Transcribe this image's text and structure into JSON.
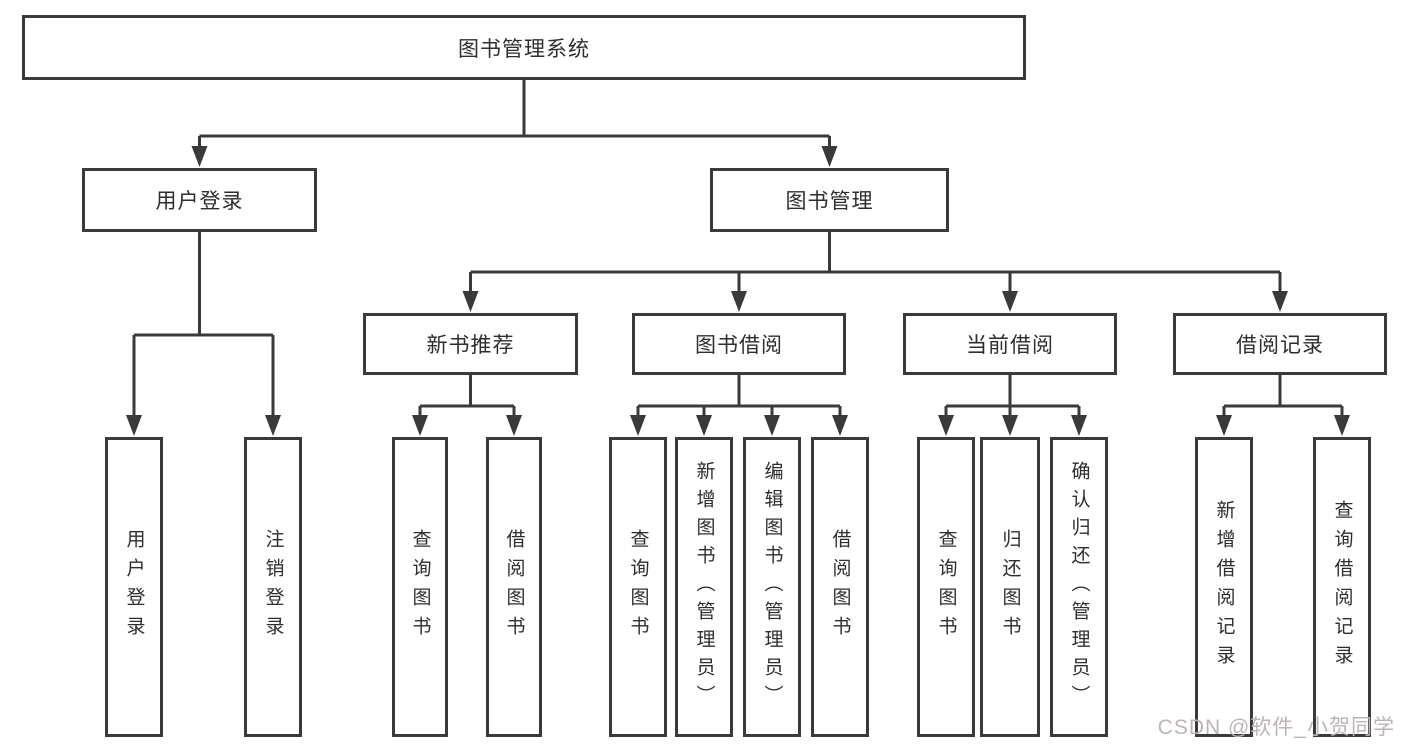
{
  "tree": {
    "label": "图书管理系统",
    "children": [
      {
        "label": "用户登录",
        "children": [
          {
            "label": "用户登录"
          },
          {
            "label": "注销登录"
          }
        ]
      },
      {
        "label": "图书管理",
        "children": [
          {
            "label": "新书推荐",
            "children": [
              {
                "label": "查询图书"
              },
              {
                "label": "借阅图书"
              }
            ]
          },
          {
            "label": "图书借阅",
            "children": [
              {
                "label": "查询图书"
              },
              {
                "label": "新增图书（管理员）"
              },
              {
                "label": "编辑图书（管理员）"
              },
              {
                "label": "借阅图书"
              }
            ]
          },
          {
            "label": "当前借阅",
            "children": [
              {
                "label": "查询图书"
              },
              {
                "label": "归还图书"
              },
              {
                "label": "确认归还（管理员）"
              }
            ]
          },
          {
            "label": "借阅记录",
            "children": [
              {
                "label": "新增借阅记录"
              },
              {
                "label": "查询借阅记录"
              }
            ]
          }
        ]
      }
    ]
  },
  "watermark": "CSDN @软件_小贺同学",
  "colors": {
    "line": "#3a3a3a",
    "text": "#2e2e2e",
    "watermark": "#bdb4b6",
    "background": "#ffffff"
  }
}
